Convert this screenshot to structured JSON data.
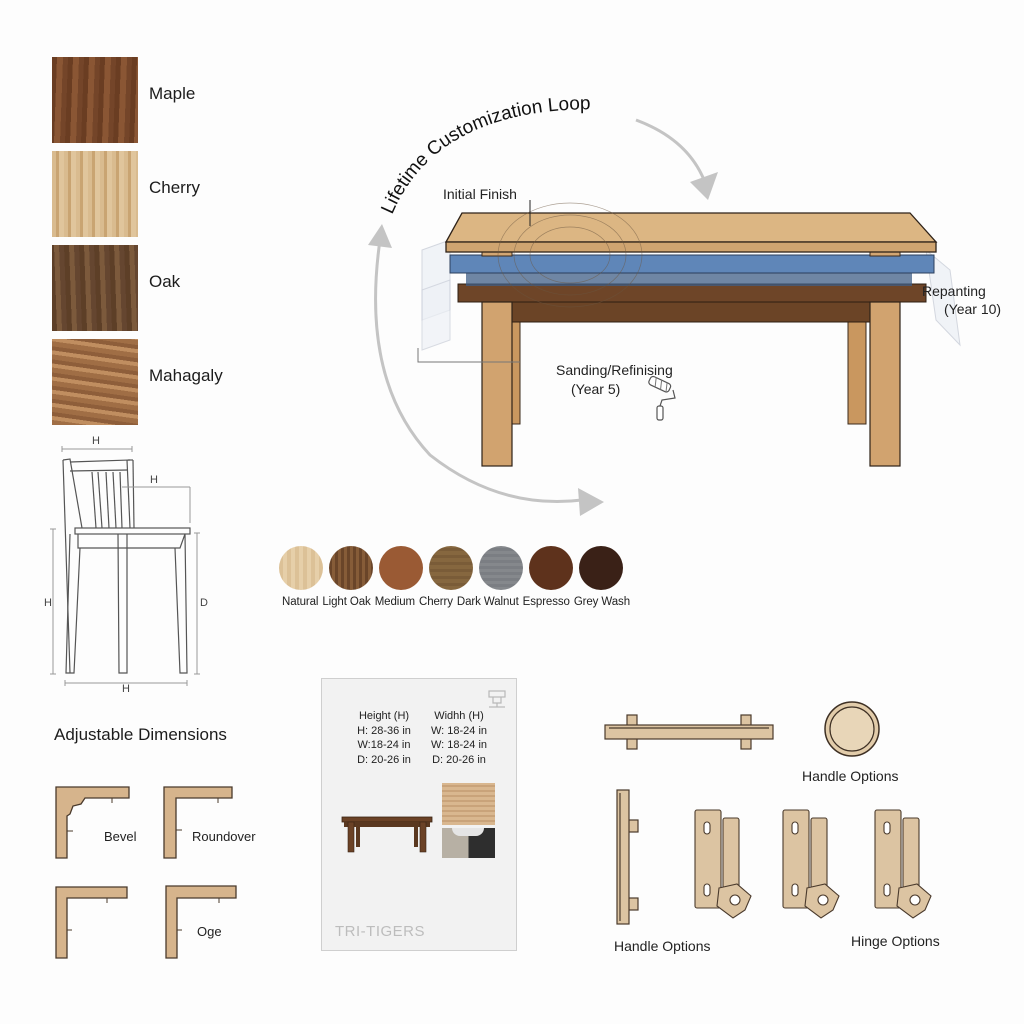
{
  "wood_species": {
    "items": [
      {
        "label": "Maple",
        "color": "#7a4a2c"
      },
      {
        "label": "Cherry",
        "color": "#d6b68a"
      },
      {
        "label": "Oak",
        "color": "#6e4e33"
      },
      {
        "label": "Mahagaly",
        "color": "#a8774e"
      }
    ]
  },
  "loop": {
    "title": "Lifetime Customization Loop",
    "initial_finish": "Initial Finish",
    "repainting_line1": "Repanting",
    "repainting_line2": "(Year 10)",
    "sanding_line1": "Sanding/Refinising",
    "sanding_line2": "(Year 5)",
    "arrow_color": "#c4c4c4",
    "layer_colors": {
      "top": "#d8b07e",
      "blue": "#5f86b8",
      "brown": "#6e4528"
    }
  },
  "finishes": {
    "items": [
      {
        "label": "Natural",
        "color": "#dcc197"
      },
      {
        "label": "Light Oak",
        "color": "#6d4a2c"
      },
      {
        "label": "Medium",
        "color": "#9a5a34"
      },
      {
        "label": "Cherry",
        "color": "#86673f"
      },
      {
        "label": "Dark Walnut",
        "color": "#85888c"
      },
      {
        "label": "Espresso",
        "color": "#5e321c"
      },
      {
        "label": "Grey Wash",
        "color": "#3a2117"
      }
    ]
  },
  "chair_dimensions": {
    "top_width": "H",
    "back_height": "H",
    "left_height": "H",
    "right_depth": "D",
    "bottom_width": "H"
  },
  "adjustable": {
    "title": "Adjustable Dimensions",
    "profiles": [
      {
        "label": "Bevel"
      },
      {
        "label": "Roundover"
      },
      {
        "label": ""
      },
      {
        "label": "Oge"
      }
    ]
  },
  "spec_card": {
    "col1_header": "Height (H)",
    "col1_lines": [
      "H: 28-36 in",
      "W:18-24 in",
      "D: 20-26 in"
    ],
    "col2_header": "Widhh (H)",
    "col2_lines": [
      "W: 18-24 in",
      "W: 18-24 in",
      "D: 20-26 in"
    ],
    "brand": "TRI-TIGERS"
  },
  "hardware": {
    "handle_options_top": "Handle Options",
    "handle_options_bottom": "Handle Options",
    "hinge_options": "Hinge Options",
    "metal_color": "#dcc4a2"
  }
}
